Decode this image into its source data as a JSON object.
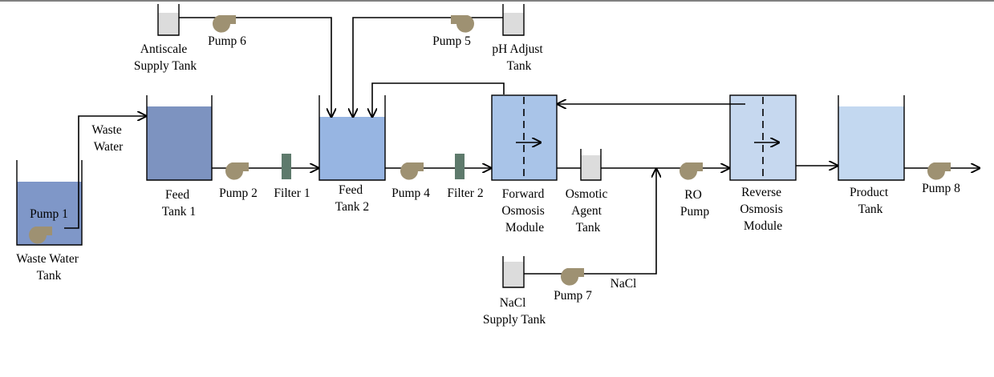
{
  "colors": {
    "waste_water": "#7f97c8",
    "feed_tank_1": "#7d93c0",
    "feed_tank_2": "#97b5e2",
    "forward_osmosis": "#a9c4e8",
    "reverse_osmosis": "#c6d8ef",
    "product_tank": "#c3d8f0",
    "small_tank_liquid": "#dcdcdc",
    "pump": "#9e9172",
    "filter": "#5e7a6c",
    "lines": "#000000"
  },
  "labels": {
    "pump1": "Pump 1",
    "waste_water_tank": [
      "Waste Water",
      "Tank"
    ],
    "waste_water": [
      "Waste",
      "Water"
    ],
    "feed_tank_1": [
      "Feed",
      "Tank 1"
    ],
    "pump2": "Pump 2",
    "filter1": "Filter 1",
    "feed_tank_2": [
      "Feed",
      "Tank 2"
    ],
    "antiscale_tank": [
      "Antiscale",
      "Supply Tank"
    ],
    "pump6": "Pump 6",
    "pump5": "Pump 5",
    "ph_tank": [
      "pH Adjust",
      "Tank"
    ],
    "pump4": "Pump 4",
    "filter2": "Filter 2",
    "fo_module": [
      "Forward",
      "Osmosis",
      "Module"
    ],
    "osmotic_tank": [
      "Osmotic",
      "Agent",
      "Tank"
    ],
    "ro_pump": [
      "RO",
      "Pump"
    ],
    "ro_module": [
      "Reverse",
      "Osmosis",
      "Module"
    ],
    "product_tank": [
      "Product",
      "Tank"
    ],
    "pump8": "Pump 8",
    "nacl_tank": [
      "NaCl",
      "Supply Tank"
    ],
    "pump7": "Pump 7",
    "nacl": "NaCl"
  }
}
